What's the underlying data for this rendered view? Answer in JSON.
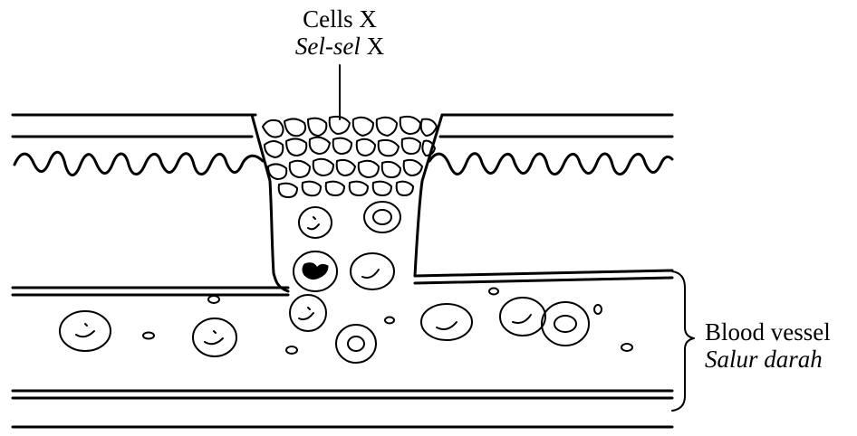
{
  "labels": {
    "cells_x": {
      "english": "Cells X",
      "malay_italic": "Sel-sel",
      "malay_letter": "X"
    },
    "blood_vessel": {
      "english": "Blood vessel",
      "malay": "Salur darah"
    }
  },
  "colors": {
    "ink": "#000000",
    "background": "#ffffff"
  }
}
